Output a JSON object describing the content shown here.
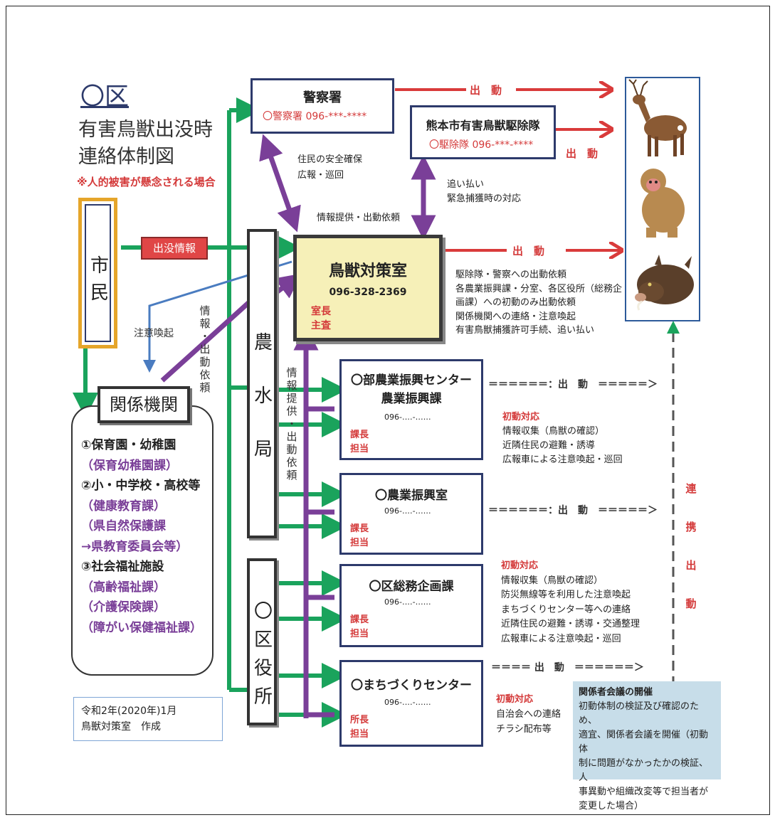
{
  "title": {
    "ward": "〇区",
    "line1": "有害鳥獣出没時",
    "line2": "連絡体制図",
    "note": "※人的被害が懸念される場合"
  },
  "citizen": {
    "label_top": "市",
    "label_bottom": "民"
  },
  "labels": {
    "shutsubotsu": "出没情報",
    "chui_kanki": "注意喚起",
    "joho_irai_v": [
      "情",
      "報",
      "・",
      "出",
      "動",
      "依",
      "頼"
    ],
    "joho_teikyo_v": [
      "情",
      "報",
      "提",
      "供",
      "・",
      "出",
      "動",
      "依",
      "頼"
    ],
    "anzen1": "住民の安全確保",
    "anzen2": "広報・巡回",
    "joho_top": "情報提供・出動依頼",
    "oibarai1": "追い払い",
    "oibarai2": "緊急捕獲時の対応",
    "shutsudo": "出　動",
    "renkei": [
      "連",
      "携",
      "出",
      "動"
    ]
  },
  "police": {
    "title": "警察署",
    "detail": "〇警察署 096-***-****"
  },
  "hunter": {
    "title": "熊本市有害鳥獣駆除隊",
    "detail": "〇駆除隊 096-***-****"
  },
  "hq": {
    "title": "鳥獣対策室",
    "phone": "096-328-2369",
    "role1": "室長",
    "role2": "主査",
    "duties": [
      "駆除隊・警察への出動依頼",
      "各農業振興課・分室、各区役所（総務企",
      "画課）への初動のみ出動依頼",
      "関係機関への連絡・注意喚起",
      "有害鳥獣捕獲許可手続、追い払い"
    ]
  },
  "nosuikyoku": [
    "農",
    "水",
    "局"
  ],
  "kuyakusho": [
    "〇",
    "区",
    "役",
    "所"
  ],
  "kankei": {
    "title": "関係機関",
    "items": [
      "①保育園・幼稚園",
      "（保育幼稚園課）",
      "②小・中学校・高校等",
      "（健康教育課）",
      "（県自然保護課",
      "→県教育委員会等）",
      "③社会福祉施設",
      "（高齢福祉課）",
      "（介護保険課）",
      "（障がい保健福祉課）"
    ]
  },
  "created": {
    "line1": "令和2年(2020年)1月",
    "line2": "鳥獣対策室　作成"
  },
  "offices": [
    {
      "name1": "〇部農業振興センター",
      "name2": "農業振興課",
      "phone": "096-‥‥-‥‥‥",
      "role1": "課長",
      "role2": "担当"
    },
    {
      "name1": "〇農業振興室",
      "name2": "",
      "phone": "096-‥‥-‥‥‥",
      "role1": "課長",
      "role2": "担当"
    },
    {
      "name1": "〇区総務企画課",
      "name2": "",
      "phone": "096-‥‥-‥‥‥",
      "role1": "課長",
      "role2": "担当"
    },
    {
      "name1": "〇まちづくりセンター",
      "name2": "",
      "phone": "096-‥‥-‥‥‥",
      "role1": "所長",
      "role2": "担当"
    }
  ],
  "dashes": {
    "long": "＝＝＝＝＝＝：出　動　＝＝＝＝＝＞",
    "short": "＝＝＝＝ 出　動　＝＝＝＝＝＝＞"
  },
  "initial1": {
    "head": "初動対応",
    "lines": [
      "情報収集（鳥獣の確認）",
      "近隣住民の避難・誘導",
      "広報車による注意喚起・巡回"
    ]
  },
  "initial2": {
    "head": "初動対応",
    "lines": [
      "情報収集（鳥獣の確認）",
      "防災無線等を利用した注意喚起",
      "まちづくりセンター等への連絡",
      "近隣住民の避難・誘導・交通整理",
      "広報車による注意喚起・巡回"
    ]
  },
  "initial3": {
    "head": "初動対応",
    "lines": [
      "自治会への連絡",
      "チラシ配布等"
    ]
  },
  "meeting": {
    "title": "関係者会議の開催",
    "lines": [
      "初動体制の検証及び確認のため、",
      "適宜、関係者会議を開催（初動体",
      "制に問題がなかったかの検証、人",
      "事異動や組織改変等で担当者が",
      "変更した場合）"
    ]
  },
  "colors": {
    "green": "#1aa35c",
    "purple": "#7a3f98",
    "red": "#d93b3b",
    "blue": "#4a7cc0",
    "navy": "#2d3a6b"
  }
}
